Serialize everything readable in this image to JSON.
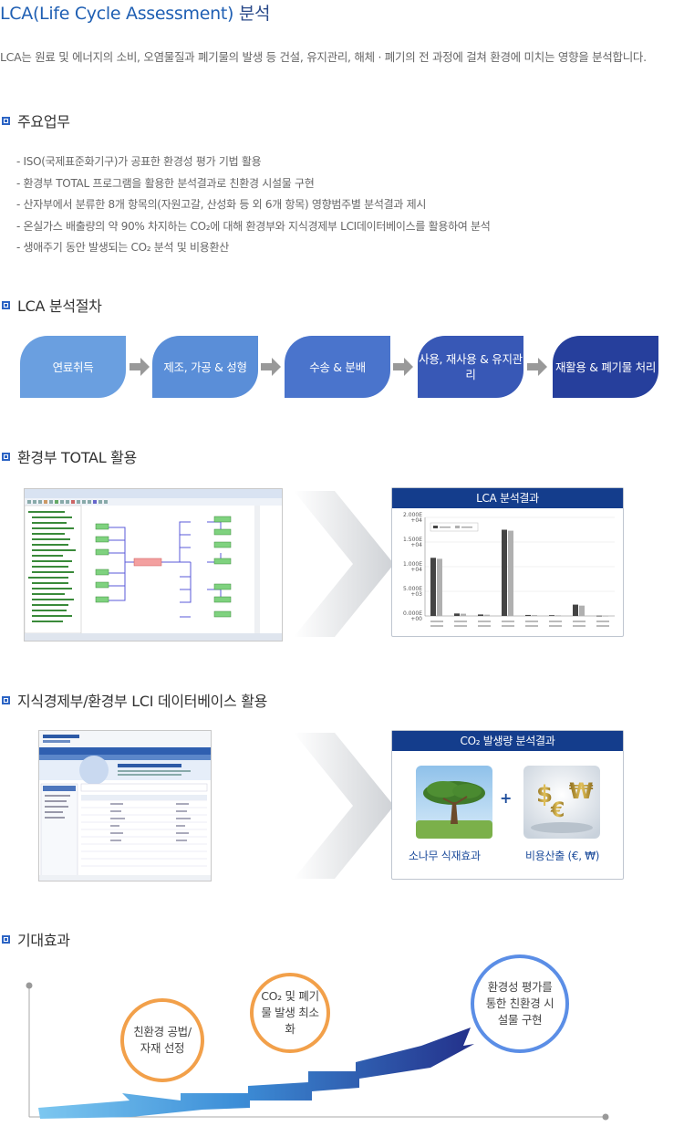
{
  "title": {
    "en": "LCA(Life Cycle Assessment)",
    "ko": "분석"
  },
  "intro": "LCA는 원료 및 에너지의 소비, 오염물질과 폐기물의 발생 등 건설, 유지관리, 해체 · 폐기의 전 과정에 걸쳐 환경에 미치는 영향을 분석합니다.",
  "sections": {
    "tasks": "주요업무",
    "process": "LCA 분석절차",
    "total": "환경부 TOTAL 활용",
    "lci": "지식경제부/환경부 LCI 데이터베이스 활용",
    "effects": "기대효과"
  },
  "tasks": [
    "ISO(국제표준화기구)가 공표한 환경성 평가 기법 활용",
    "환경부 TOTAL 프로그램을 활용한 분석결과로 친환경 시설물 구현",
    "산자부에서 분류한 8개 항목의(자원고갈, 산성화 등 외 6개 항목) 영향범주별 분석결과 제시",
    "온실가스 배출량의 약 90% 차지하는 CO₂에 대해 환경부와 지식경제부 LCI데이터베이스를 활용하여 분석",
    "생애주기 동안 발생되는 CO₂ 분석 및 비용환산"
  ],
  "steps": [
    {
      "label": "연료취득",
      "color": "#6a9fe0"
    },
    {
      "label": "제조, 가공 & 성형",
      "color": "#5a8ed8"
    },
    {
      "label": "수송 & 분배",
      "color": "#4a74cc"
    },
    {
      "label": "사용, 재사용 & 유지관리",
      "color": "#3858b6"
    },
    {
      "label": "재활용 & 폐기물 처리",
      "color": "#263f9c"
    }
  ],
  "lca_result": {
    "title": "LCA 분석결과"
  },
  "chart_data": {
    "type": "bar",
    "y_tick_labels": [
      "2.000E+04",
      "1.500E+04",
      "1.000E+04",
      "5.000E+03",
      "0.000E+00"
    ],
    "ylim": [
      0,
      20000
    ],
    "grid": true,
    "legend": "top-left",
    "series": [
      {
        "values": [
          11800,
          500,
          300,
          17500,
          200,
          150,
          2300,
          50
        ],
        "color": "#444444"
      },
      {
        "values": [
          11600,
          450,
          250,
          17300,
          180,
          120,
          2100,
          40
        ],
        "color": "#b0b0b0"
      }
    ]
  },
  "co2_result": {
    "title": "CO₂ 발생량 분석결과",
    "tree_label": "소나무 식재효과",
    "cost_label": "비용산출 (€, ₩)",
    "plus": "+"
  },
  "effects": [
    "친환경 공법/ 자재 선정",
    "CO₂ 및 폐기물 발생 최소화",
    "환경성 평가를 통한 친환경 시설물 구현"
  ],
  "colors": {
    "accent": "#1f5fb3",
    "navy": "#143d8c",
    "orange": "#f2a04a",
    "blue_ring": "#5b8ee6"
  }
}
